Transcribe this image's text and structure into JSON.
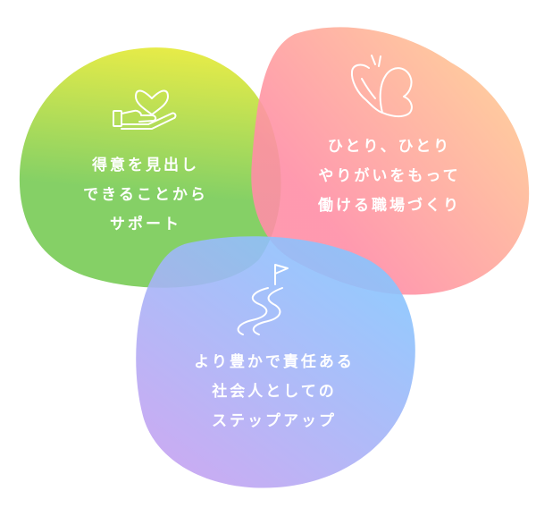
{
  "blobs": [
    {
      "id": "support",
      "lines": [
        "得意を見出し",
        "できることから",
        "サポート"
      ],
      "icon": "hand-heart-icon",
      "colors": [
        "#e5ea3a",
        "#7ccd5a"
      ]
    },
    {
      "id": "workplace",
      "lines": [
        "ひとり、ひとり",
        "やりがいをもって",
        "働ける職場づくり"
      ],
      "icon": "butterfly-icon",
      "colors": [
        "#ffd090",
        "#ff8ea6"
      ]
    },
    {
      "id": "steps",
      "lines": [
        "より豊かで責任ある",
        "社会人としての",
        "ステップアップ"
      ],
      "icon": "winding-path-flag-icon",
      "colors": [
        "#82c8ff",
        "#c8a0f0"
      ]
    }
  ]
}
